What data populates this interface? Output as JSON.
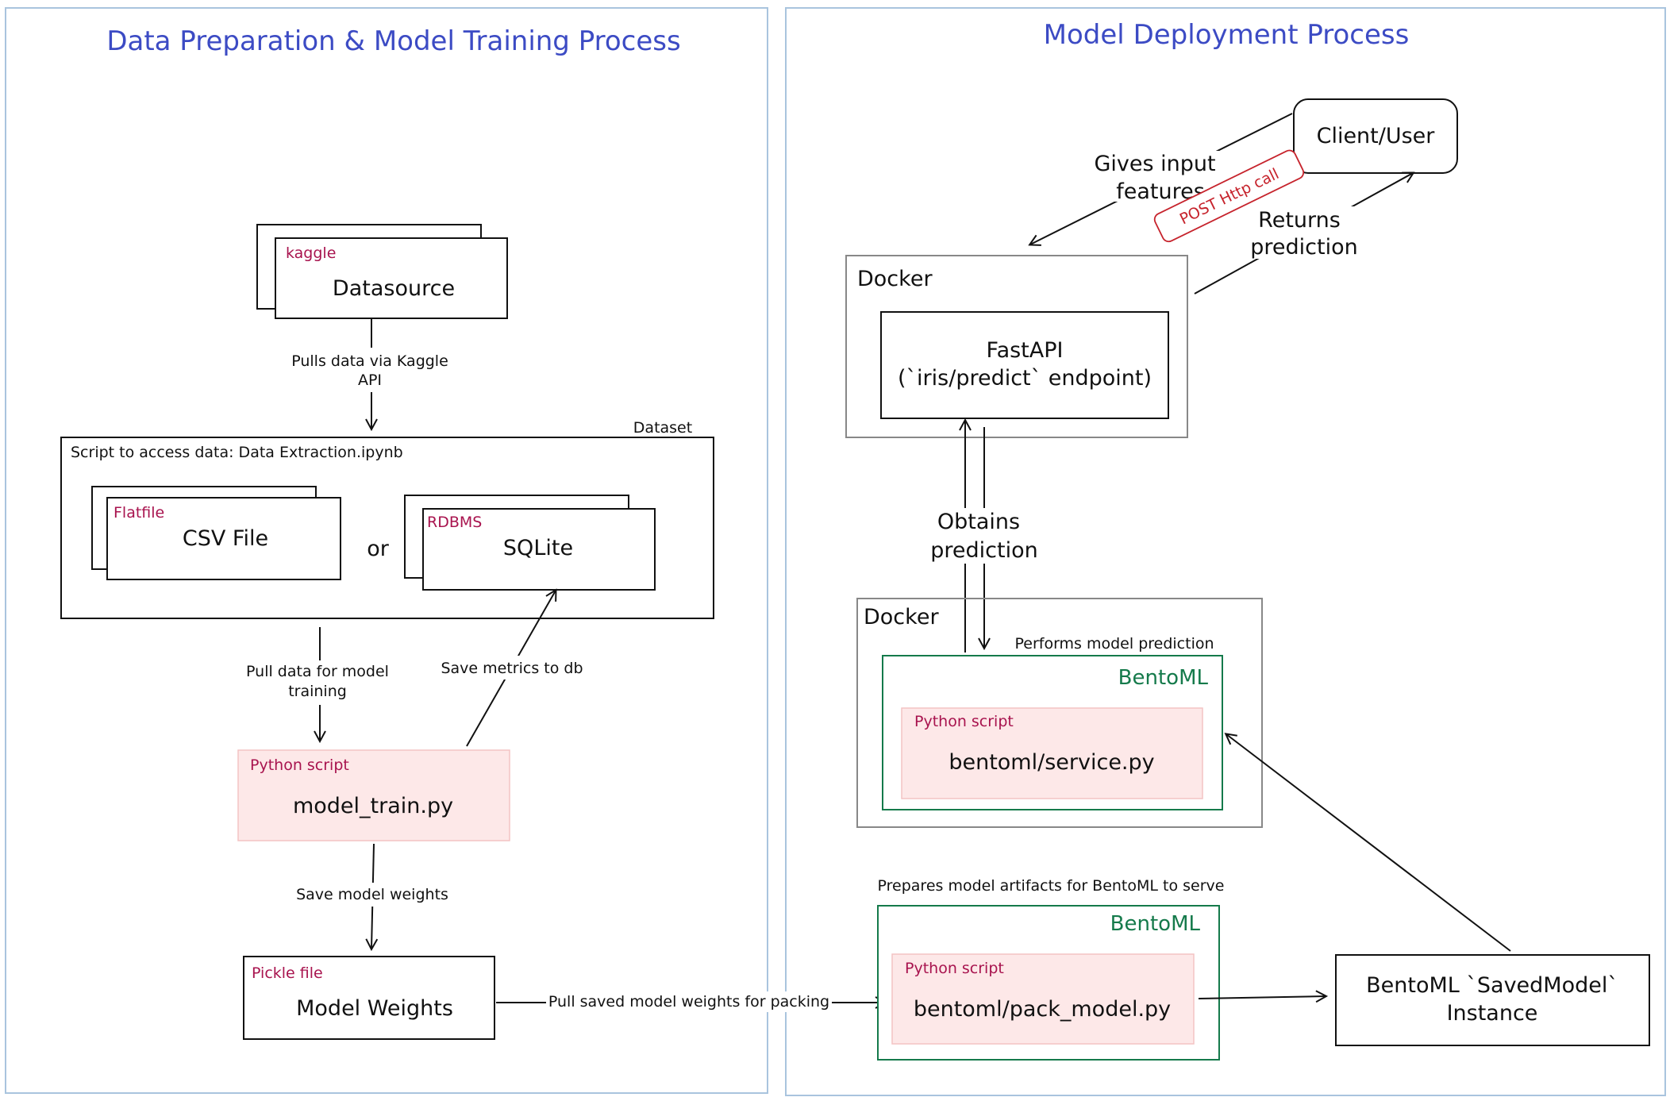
{
  "titles": {
    "left": "Data Preparation & Model Training Process",
    "right": "Model Deployment Process"
  },
  "left": {
    "datasource": {
      "tag": "kaggle",
      "label": "Datasource"
    },
    "pull_kaggle_line1": "Pulls data via Kaggle",
    "pull_kaggle_line2": "API",
    "dataset_caption": "Dataset",
    "script_access": "Script to access data: Data Extraction.ipynb",
    "csv": {
      "tag": "Flatfile",
      "label": "CSV File"
    },
    "or_label": "or",
    "sqlite": {
      "tag": "RDBMS",
      "label": "SQLite"
    },
    "pull_training_line1": "Pull data for model",
    "pull_training_line2": "training",
    "save_metrics": "Save metrics to db",
    "model_train": {
      "tag": "Python script",
      "label": "model_train.py"
    },
    "save_weights": "Save model weights",
    "weights": {
      "tag": "Pickle file",
      "label": "Model Weights"
    },
    "pull_saved": "Pull saved model weights for packing"
  },
  "right": {
    "client": "Client/User",
    "gives_line1": "Gives input",
    "gives_line2": "features",
    "post_stamp": "POST Http call",
    "returns_line1": "Returns",
    "returns_line2": "prediction",
    "docker_top": "Docker",
    "fastapi_line1": "FastAPI",
    "fastapi_line2": "(`iris/predict` endpoint)",
    "obtains_line1": "Obtains",
    "obtains_line2": "prediction",
    "docker_mid": "Docker",
    "performs": "Performs model prediction",
    "bento_service": {
      "brand": "BentoML",
      "tag": "Python script",
      "label": "bentoml/service.py"
    },
    "prepares": "Prepares model artifacts for BentoML to serve",
    "bento_pack": {
      "brand": "BentoML",
      "tag": "Python script",
      "label": "bentoml/pack_model.py"
    },
    "saved_model_line1": "BentoML `SavedModel`",
    "saved_model_line2": "Instance"
  },
  "colors": {
    "title_blue": "#3c4bc4",
    "tag_crimson": "#a8134e",
    "bento_green": "#157a4b",
    "script_fill": "#fde8e8",
    "stamp_red": "#c6232c",
    "panel_border": "#a9c4de"
  }
}
